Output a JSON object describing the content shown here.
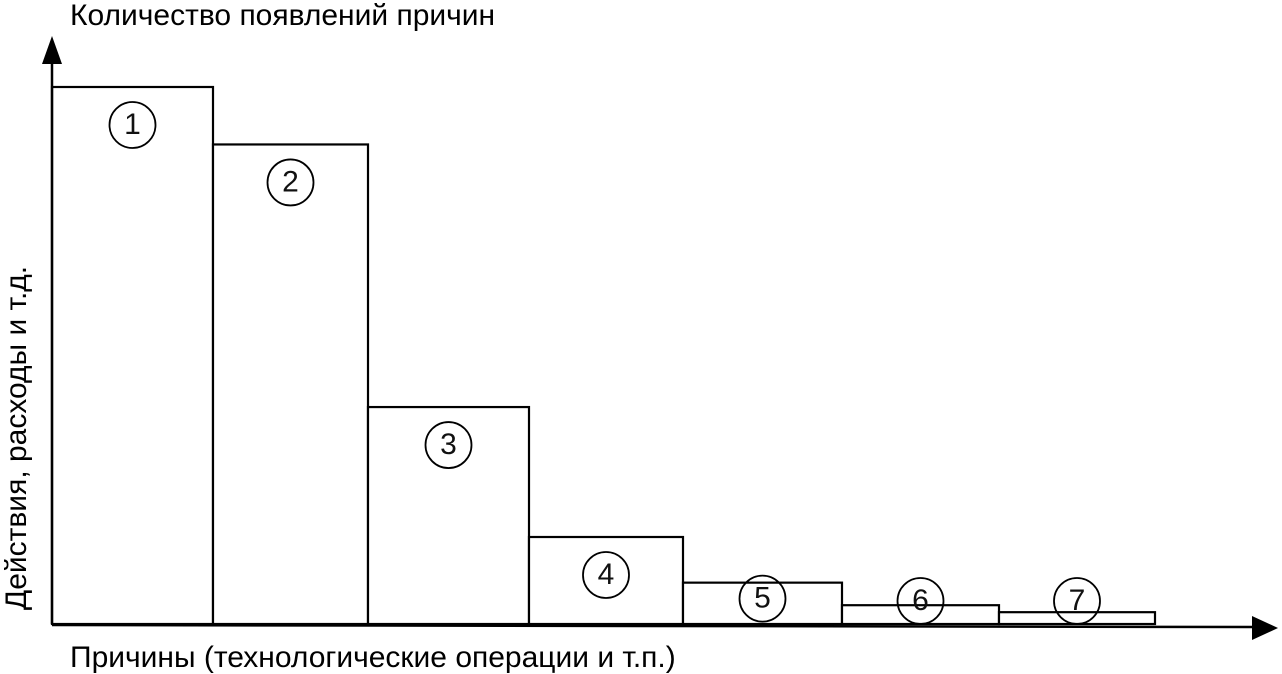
{
  "chart_data": {
    "type": "bar",
    "title": "Количество появлений причин",
    "xlabel": "Причины (технологические операции и т.п.)",
    "ylabel": "Действия, расходы и т.д.",
    "categories": [
      "1",
      "2",
      "3",
      "4",
      "5",
      "6",
      "7"
    ],
    "values": [
      100,
      89.3,
      40.4,
      16.2,
      7.7,
      3.5,
      2.2
    ],
    "ylim": [
      0,
      100
    ],
    "grid": false,
    "legend": "none",
    "bar_style": "outlined",
    "colors": {
      "stroke": "#000000",
      "fill": "#ffffff"
    }
  }
}
